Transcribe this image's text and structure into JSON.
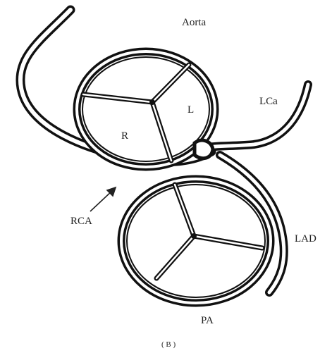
{
  "labels": {
    "aorta": "Aorta",
    "lca": "LCa",
    "cusp_l": "L",
    "cusp_r": "R",
    "rca": "RCA",
    "lad": "LAD",
    "pa": "PA",
    "caption": "( B )"
  },
  "colors": {
    "line": "#111111",
    "background": "#ffffff",
    "text": "#222222"
  }
}
